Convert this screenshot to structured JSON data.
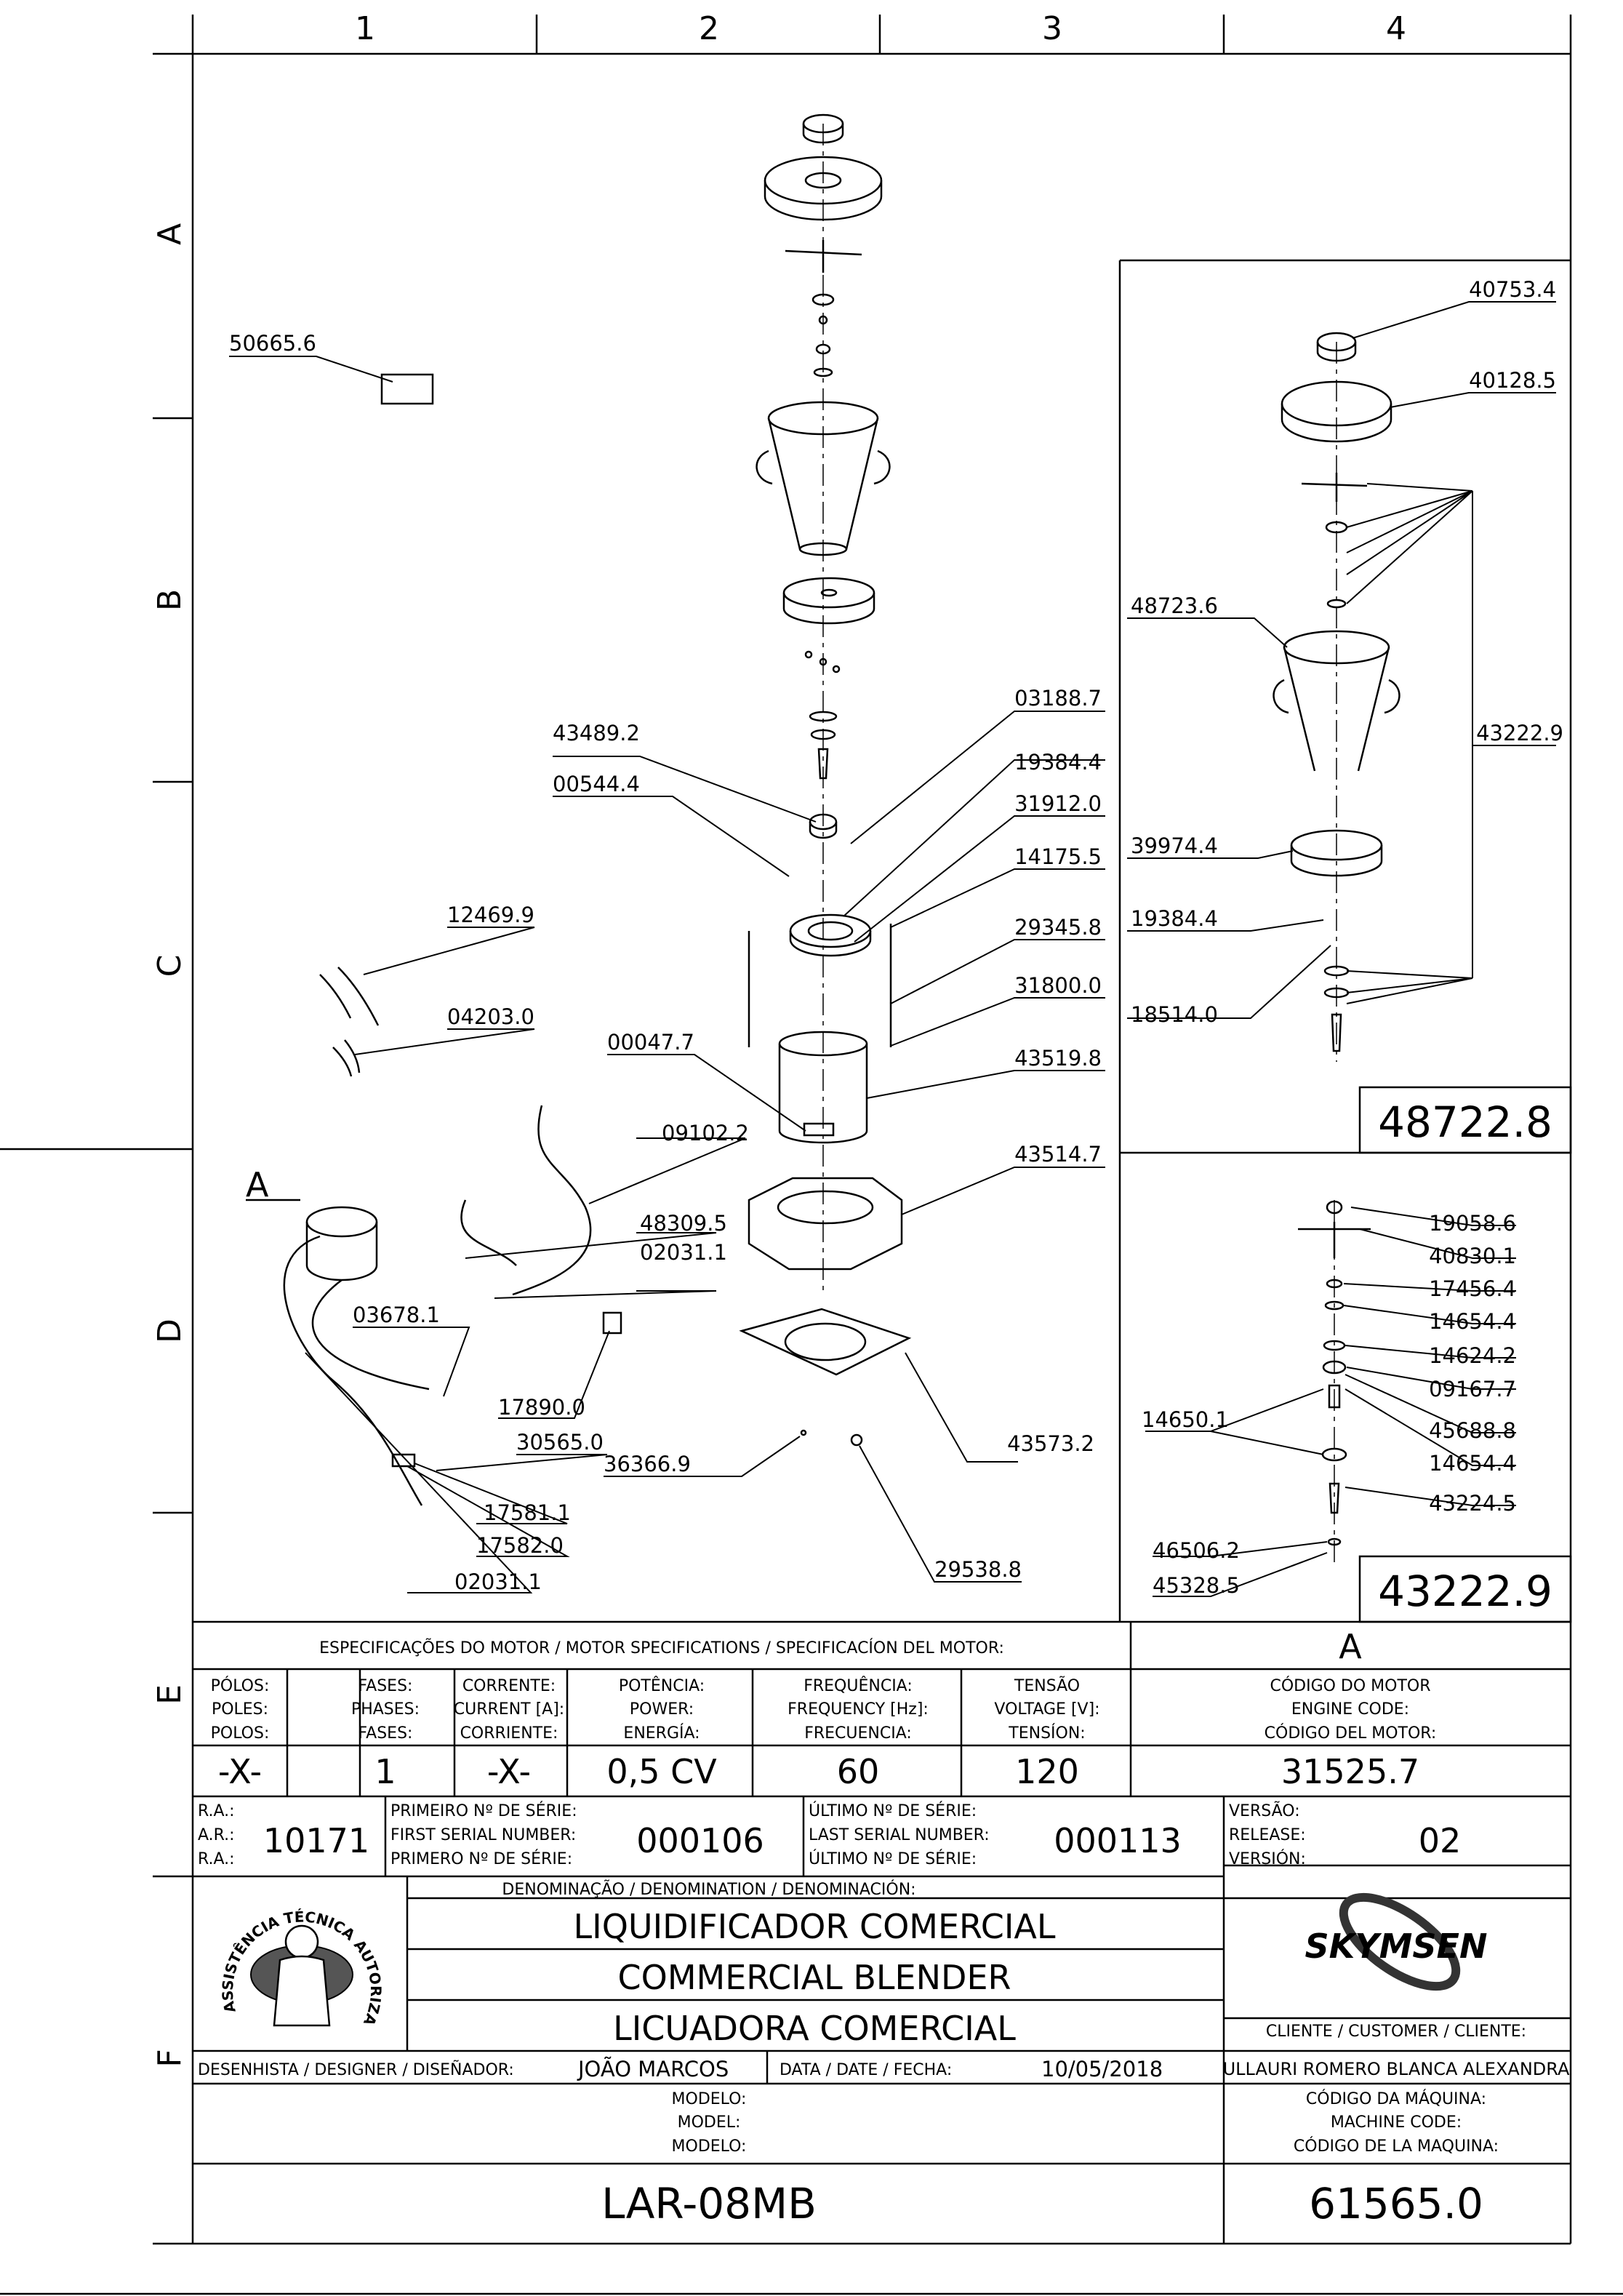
{
  "grid": {
    "columns": [
      "1",
      "2",
      "3",
      "4"
    ],
    "rows": [
      "A",
      "B",
      "C",
      "D",
      "E",
      "F"
    ]
  },
  "labels": {
    "left": [
      "50665.6",
      "43489.2",
      "00544.4",
      "12469.9",
      "04203.0",
      "00047.7",
      "09102.2",
      "48309.5",
      "02031.1",
      "03678.1",
      "17890.0",
      "30565.0",
      "36366.9",
      "17581.1",
      "17582.0",
      "02031.1"
    ],
    "center": [
      "03188.7",
      "19384.4",
      "31912.0",
      "14175.5",
      "29345.8",
      "31800.0",
      "43519.8",
      "43514.7",
      "43573.2",
      "29538.8"
    ],
    "detail1": [
      "40753.4",
      "40128.5",
      "48723.6",
      "43222.9",
      "39974.4",
      "19384.4",
      "18514.0"
    ],
    "detail2": [
      "19058.6",
      "40830.1",
      "17456.4",
      "14654.4",
      "14624.2",
      "09167.7",
      "45688.8",
      "14650.1",
      "14654.4",
      "43224.5",
      "46506.2",
      "45328.5"
    ]
  },
  "detail_codes": {
    "box1": "48722.8",
    "box2": "43222.9"
  },
  "callout_letter": "A",
  "motor": {
    "heading": "ESPECIFICAÇÕES DO MOTOR / MOTOR SPECIFICATIONS / SPECIFICACÍON DEL MOTOR:",
    "letter": "A",
    "cols": [
      {
        "l1": "PÓLOS:",
        "l2": "POLES:",
        "l3": "POLOS:",
        "value": "-X-"
      },
      {
        "l1": "FASES:",
        "l2": "PHASES:",
        "l3": "FASES:",
        "value": "1"
      },
      {
        "l1": "CORRENTE:",
        "l2": "CURRENT [A]:",
        "l3": "CORRIENTE:",
        "value": "-X-"
      },
      {
        "l1": "POTÊNCIA:",
        "l2": "POWER:",
        "l3": "ENERGÍA:",
        "value": "0,5 CV"
      },
      {
        "l1": "FREQUÊNCIA:",
        "l2": "FREQUENCY [Hz]:",
        "l3": "FRECUENCIA:",
        "value": "60"
      },
      {
        "l1": "TENSÃO",
        "l2": "VOLTAGE [V]:",
        "l3": "TENSÍON:",
        "value": "120"
      },
      {
        "l1": "CÓDIGO DO MOTOR",
        "l2": "ENGINE CODE:",
        "l3": "CÓDIGO DEL MOTOR:",
        "value": "31525.7"
      }
    ]
  },
  "serial": {
    "ra_labels": [
      "R.A.:",
      "A.R.:",
      "R.A.:"
    ],
    "ra_value": "10171",
    "first_labels": [
      "PRIMEIRO Nº DE SÉRIE:",
      "FIRST SERIAL NUMBER:",
      "PRIMERO Nº DE SÉRIE:"
    ],
    "first_value": "000106",
    "last_labels": [
      "ÚLTIMO Nº DE SÉRIE:",
      "LAST SERIAL NUMBER:",
      "ÚLTIMO Nº DE SÉRIE:"
    ],
    "last_value": "000113",
    "release_labels": [
      "VERSÃO:",
      "RELEASE:",
      "VERSIÓN:"
    ],
    "release_value": "02"
  },
  "title_block": {
    "denomination_label": "DENOMINAÇÃO / DENOMINATION / DENOMINACIÓN:",
    "names": [
      "LIQUIDIFICADOR COMERCIAL",
      "COMMERCIAL BLENDER",
      "LICUADORA COMERCIAL"
    ],
    "seal_text": "ASSISTÊNCIA TÉCNICA AUTORIZADA",
    "brand": "SKYMSEN",
    "customer_label": "CLIENTE / CUSTOMER / CLIENTE:",
    "customer_value": "ULLAURI ROMERO BLANCA ALEXANDRA",
    "designer_label": "DESENHISTA / DESIGNER / DISEÑADOR:",
    "designer_value": "JOÃO MARCOS",
    "date_label": "DATA / DATE / FECHA:",
    "date_value": "10/05/2018",
    "model_labels": [
      "MODELO:",
      "MODEL:",
      "MODELO:"
    ],
    "model_value": "LAR-08MB",
    "machine_labels": [
      "CÓDIGO DA MÁQUINA:",
      "MACHINE CODE:",
      "CÓDIGO DE LA MAQUINA:"
    ],
    "machine_value": "61565.0"
  }
}
